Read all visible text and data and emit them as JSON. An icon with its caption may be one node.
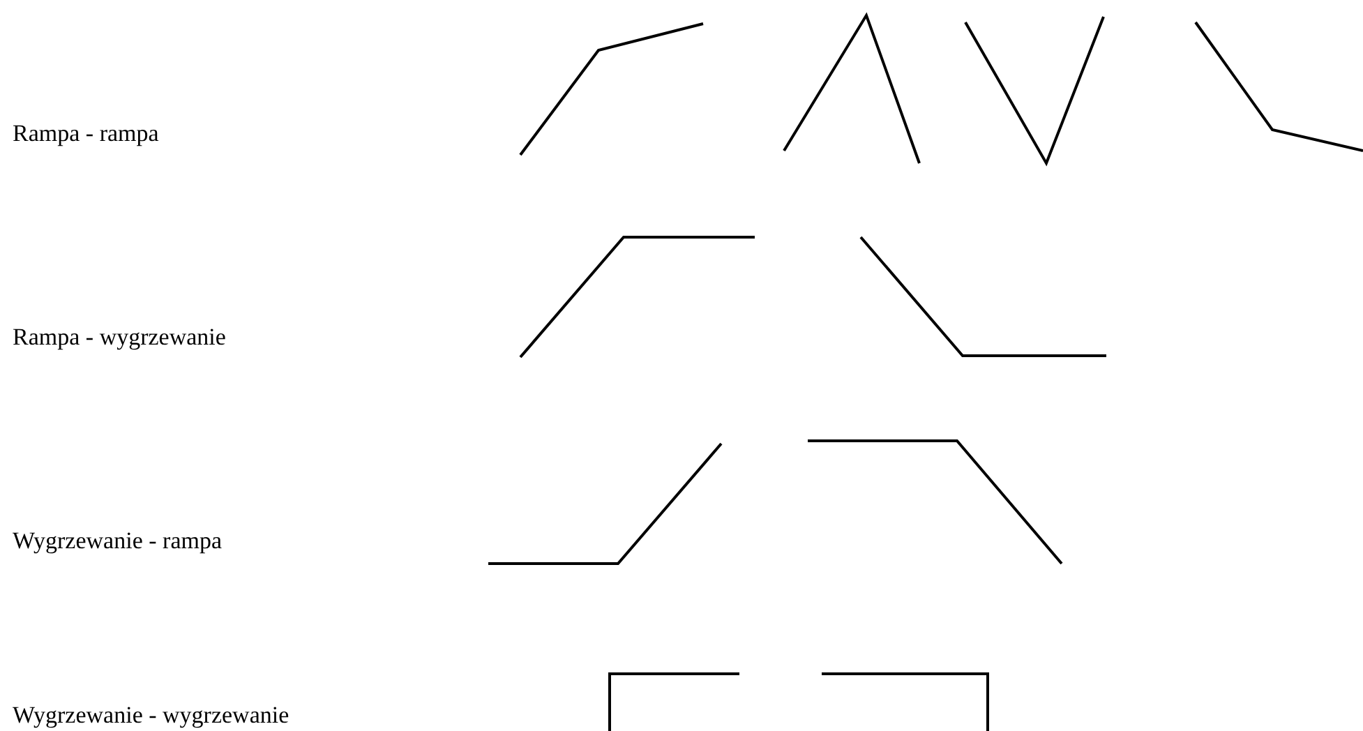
{
  "diagram": {
    "labels": [
      "Rampa - rampa",
      "Rampa - wygrzewanie",
      "Wygrzewanie - rampa",
      "Wygrzewanie - wygrzewanie"
    ]
  }
}
